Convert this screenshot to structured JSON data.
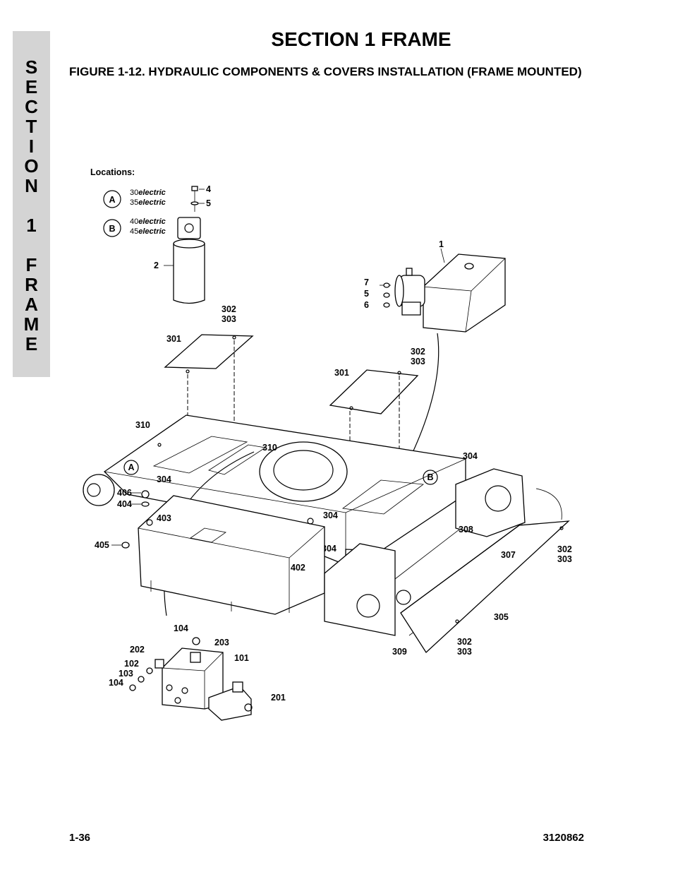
{
  "side_tab": {
    "letters": [
      "S",
      "E",
      "C",
      "T",
      "I",
      "O",
      "N",
      "",
      "1",
      "",
      "F",
      "R",
      "A",
      "M",
      "E"
    ]
  },
  "header": {
    "section_title": "SECTION 1  FRAME",
    "figure_title": "FIGURE 1-12.  HYDRAULIC COMPONENTS & COVERS INSTALLATION (FRAME MOUNTED)"
  },
  "legend": {
    "title": "Locations:",
    "a": {
      "marker": "A",
      "line1_num": "30",
      "line1_word": "electric",
      "line2_num": "35",
      "line2_word": "electric"
    },
    "b": {
      "marker": "B",
      "line1_num": "40",
      "line1_word": "electric",
      "line2_num": "45",
      "line2_word": "electric"
    }
  },
  "callouts": {
    "c1": "1",
    "c2": "2",
    "c4": "4",
    "c5a": "5",
    "c7": "7",
    "c5b": "5",
    "c6": "6",
    "c302a": "302",
    "c303a": "303",
    "c301a": "301",
    "c302b": "302",
    "c303b": "303",
    "c301b": "301",
    "c310a": "310",
    "c310b": "310",
    "c304a": "304",
    "c304b": "304",
    "c304c": "304",
    "c304d": "304",
    "c406": "406",
    "c404": "404",
    "c403": "403",
    "c405": "405",
    "c402": "402",
    "c308": "308",
    "c307": "307",
    "c302c": "302",
    "c303c": "303",
    "c305": "305",
    "c302d": "302",
    "c303d": "303",
    "c309": "309",
    "c104a": "104",
    "c203": "203",
    "c202": "202",
    "c101": "101",
    "c102": "102",
    "c103": "103",
    "c104b": "104",
    "c201": "201",
    "markA": "A",
    "markB": "B"
  },
  "footer": {
    "page_number": "1-36",
    "doc_number": "3120862"
  }
}
